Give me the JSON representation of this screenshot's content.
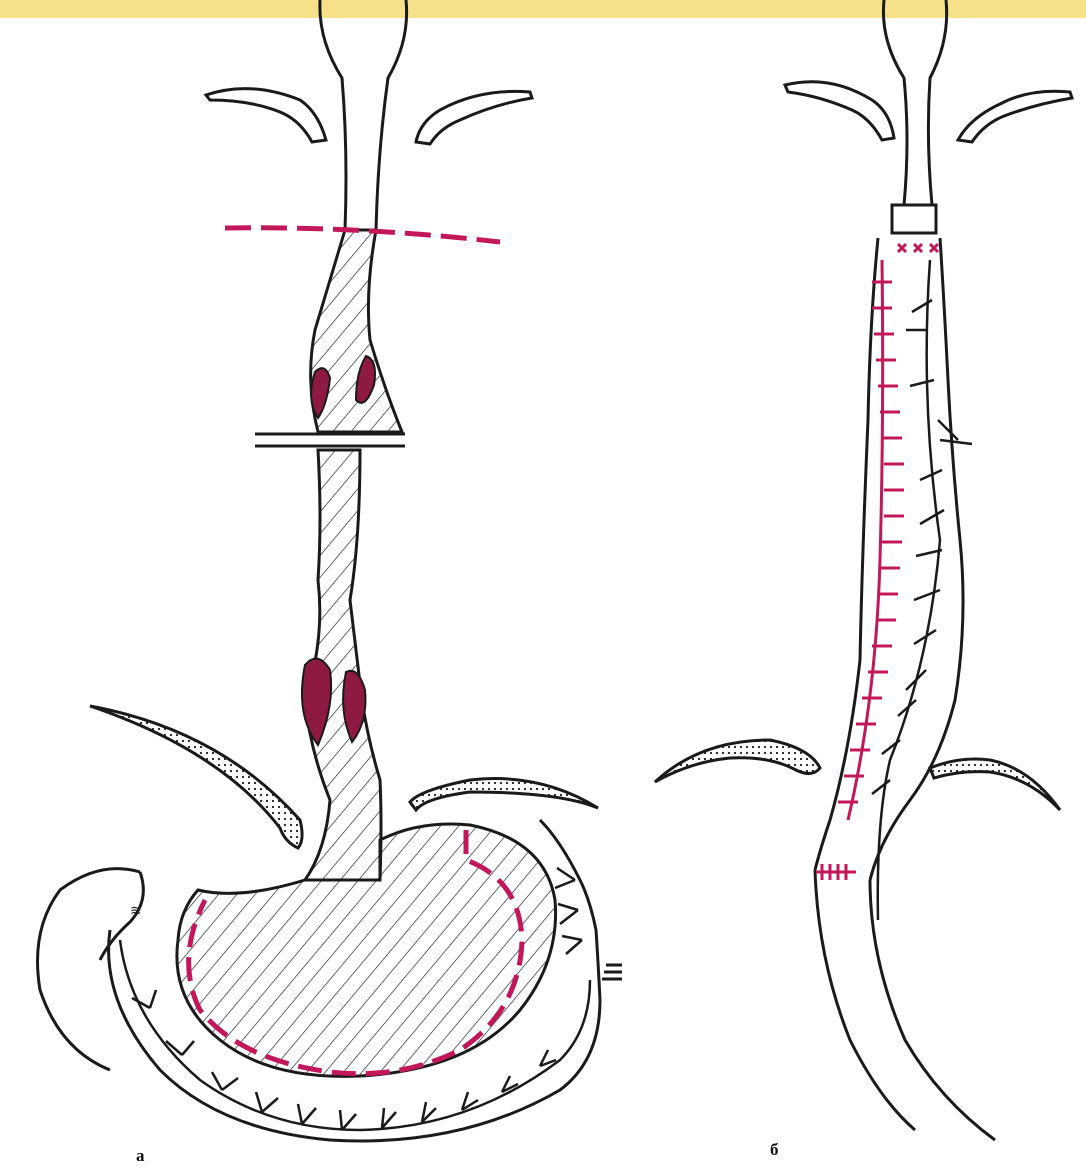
{
  "figure": {
    "panels": [
      {
        "id": "a",
        "label": "а"
      },
      {
        "id": "b",
        "label": "б"
      }
    ]
  },
  "colors": {
    "background": "#ffffff",
    "ink": "#1a1a1a",
    "resection_line": "#c2185b",
    "tumor_fill": "#8e1a44",
    "top_bar": "#f6e08a"
  }
}
